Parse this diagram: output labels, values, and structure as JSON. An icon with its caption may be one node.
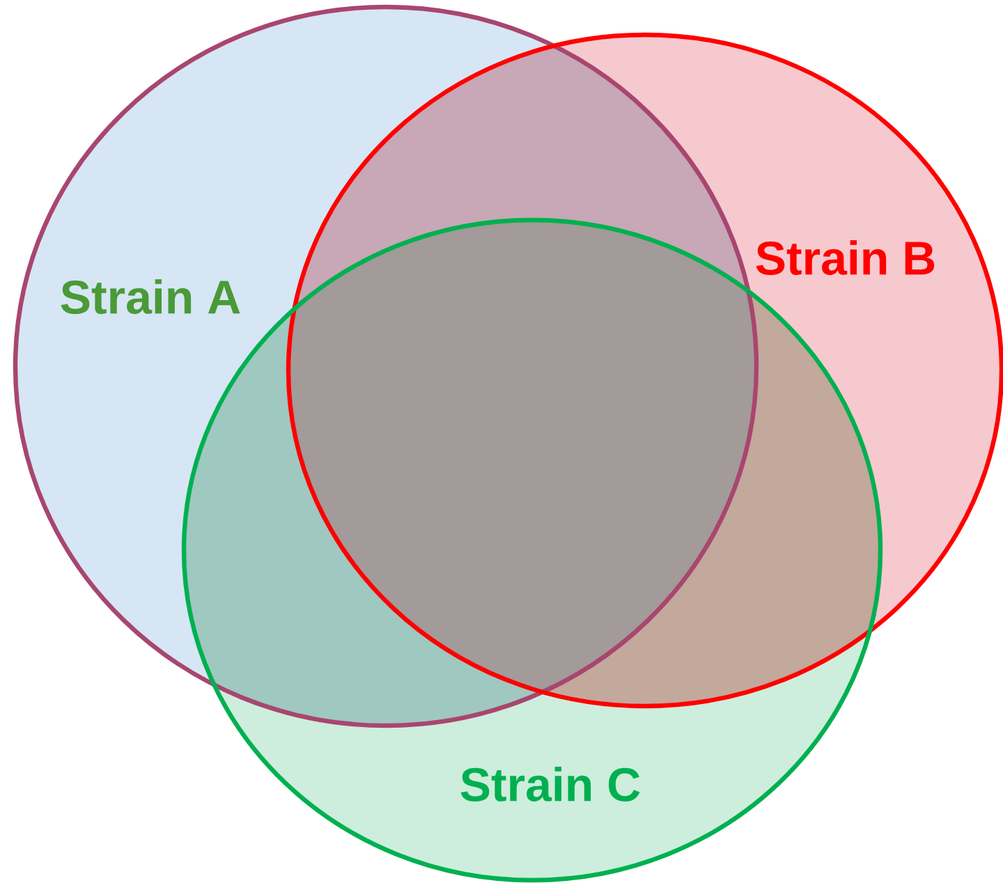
{
  "diagram": {
    "nodes": [
      {
        "text": [
          "Strain A"
        ]
      },
      {
        "text": [
          "Strain B"
        ]
      },
      {
        "text": [
          "Strain C"
        ]
      }
    ]
  }
}
